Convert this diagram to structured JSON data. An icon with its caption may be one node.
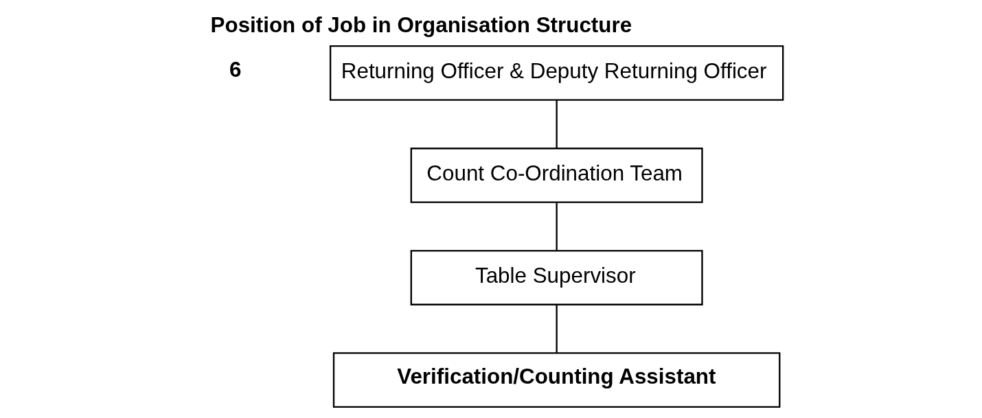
{
  "diagram": {
    "title": "Position of Job in Organisation Structure",
    "nodes": [
      {
        "text": [
          "Returning Officer & Deputy Returning Officer"
        ]
      },
      {
        "text": [
          "Count Co-Ordination Team"
        ]
      },
      {
        "text": [
          "Table Supervisor"
        ]
      },
      {
        "text": [
          "Verification/Counting Assistant"
        ]
      }
    ],
    "edges": [
      {
        "from": 0,
        "to": 1,
        "arrow": "none"
      },
      {
        "from": 1,
        "to": 2,
        "arrow": "none"
      },
      {
        "from": 2,
        "to": 3,
        "arrow": "none"
      }
    ],
    "labels": [
      "6"
    ]
  }
}
